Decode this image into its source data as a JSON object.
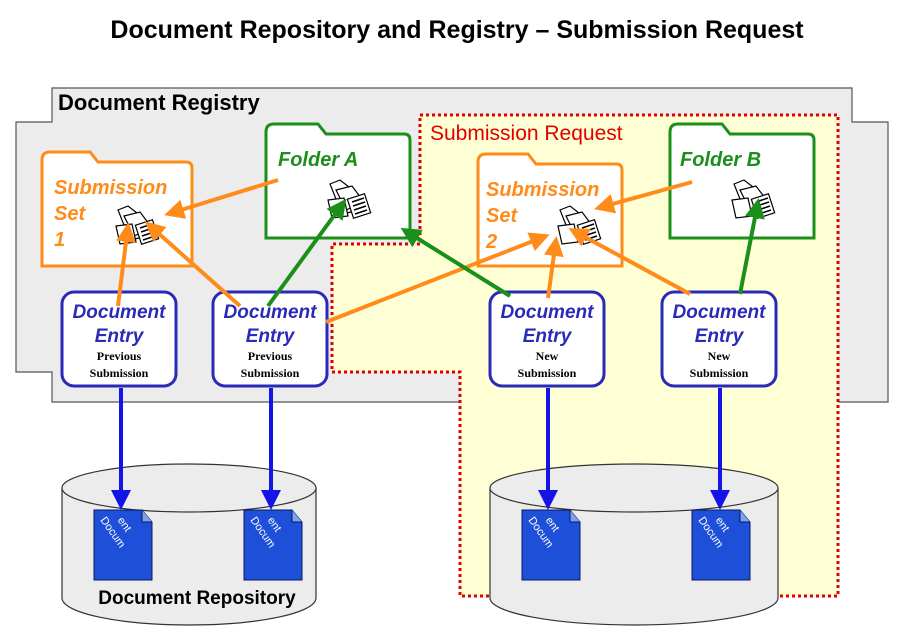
{
  "title": "Document Repository and Registry – Submission Request",
  "registry": {
    "label": "Document Registry"
  },
  "submission_request": {
    "label": "Submission Request"
  },
  "folders": [
    {
      "id": "subset1",
      "line1": "Submission",
      "line2": "Set",
      "line3": "1",
      "color": "#ff8c1a",
      "icon": "documents-icon"
    },
    {
      "id": "folderA",
      "line1": "Folder  A",
      "line2": "",
      "line3": "",
      "color": "#1a8f1a",
      "icon": "documents-icon"
    },
    {
      "id": "subset2",
      "line1": "Submission",
      "line2": "Set",
      "line3": "2",
      "color": "#ff8c1a",
      "icon": "documents-icon"
    },
    {
      "id": "folderB",
      "line1": "Folder  B",
      "line2": "",
      "line3": "",
      "color": "#1a8f1a",
      "icon": "documents-icon"
    }
  ],
  "entries": [
    {
      "line1": "Document",
      "line2": "Entry",
      "line3": "Previous",
      "line4": "Submission"
    },
    {
      "line1": "Document",
      "line2": "Entry",
      "line3": "Previous",
      "line4": "Submission"
    },
    {
      "line1": "Document",
      "line2": "Entry",
      "line3": "New",
      "line4": "Submission"
    },
    {
      "line1": "Document",
      "line2": "Entry",
      "line3": "New",
      "line4": "Submission"
    }
  ],
  "documents": [
    {
      "line1": "Docum",
      "line2": "ent"
    },
    {
      "line1": "Docum",
      "line2": "ent"
    },
    {
      "line1": "Docum",
      "line2": "ent"
    },
    {
      "line1": "Docum",
      "line2": "ent"
    }
  ],
  "repository": {
    "label": "Document Repository"
  },
  "colors": {
    "orange": "#ff8c1a",
    "green": "#1a8f1a",
    "blue": "#1414e6",
    "red": "#e00000",
    "registry_fill": "#ececec",
    "subreq_fill": "#ffffd6",
    "entry_border": "#2a2ab8",
    "document_fill": "#1e4fd8"
  }
}
